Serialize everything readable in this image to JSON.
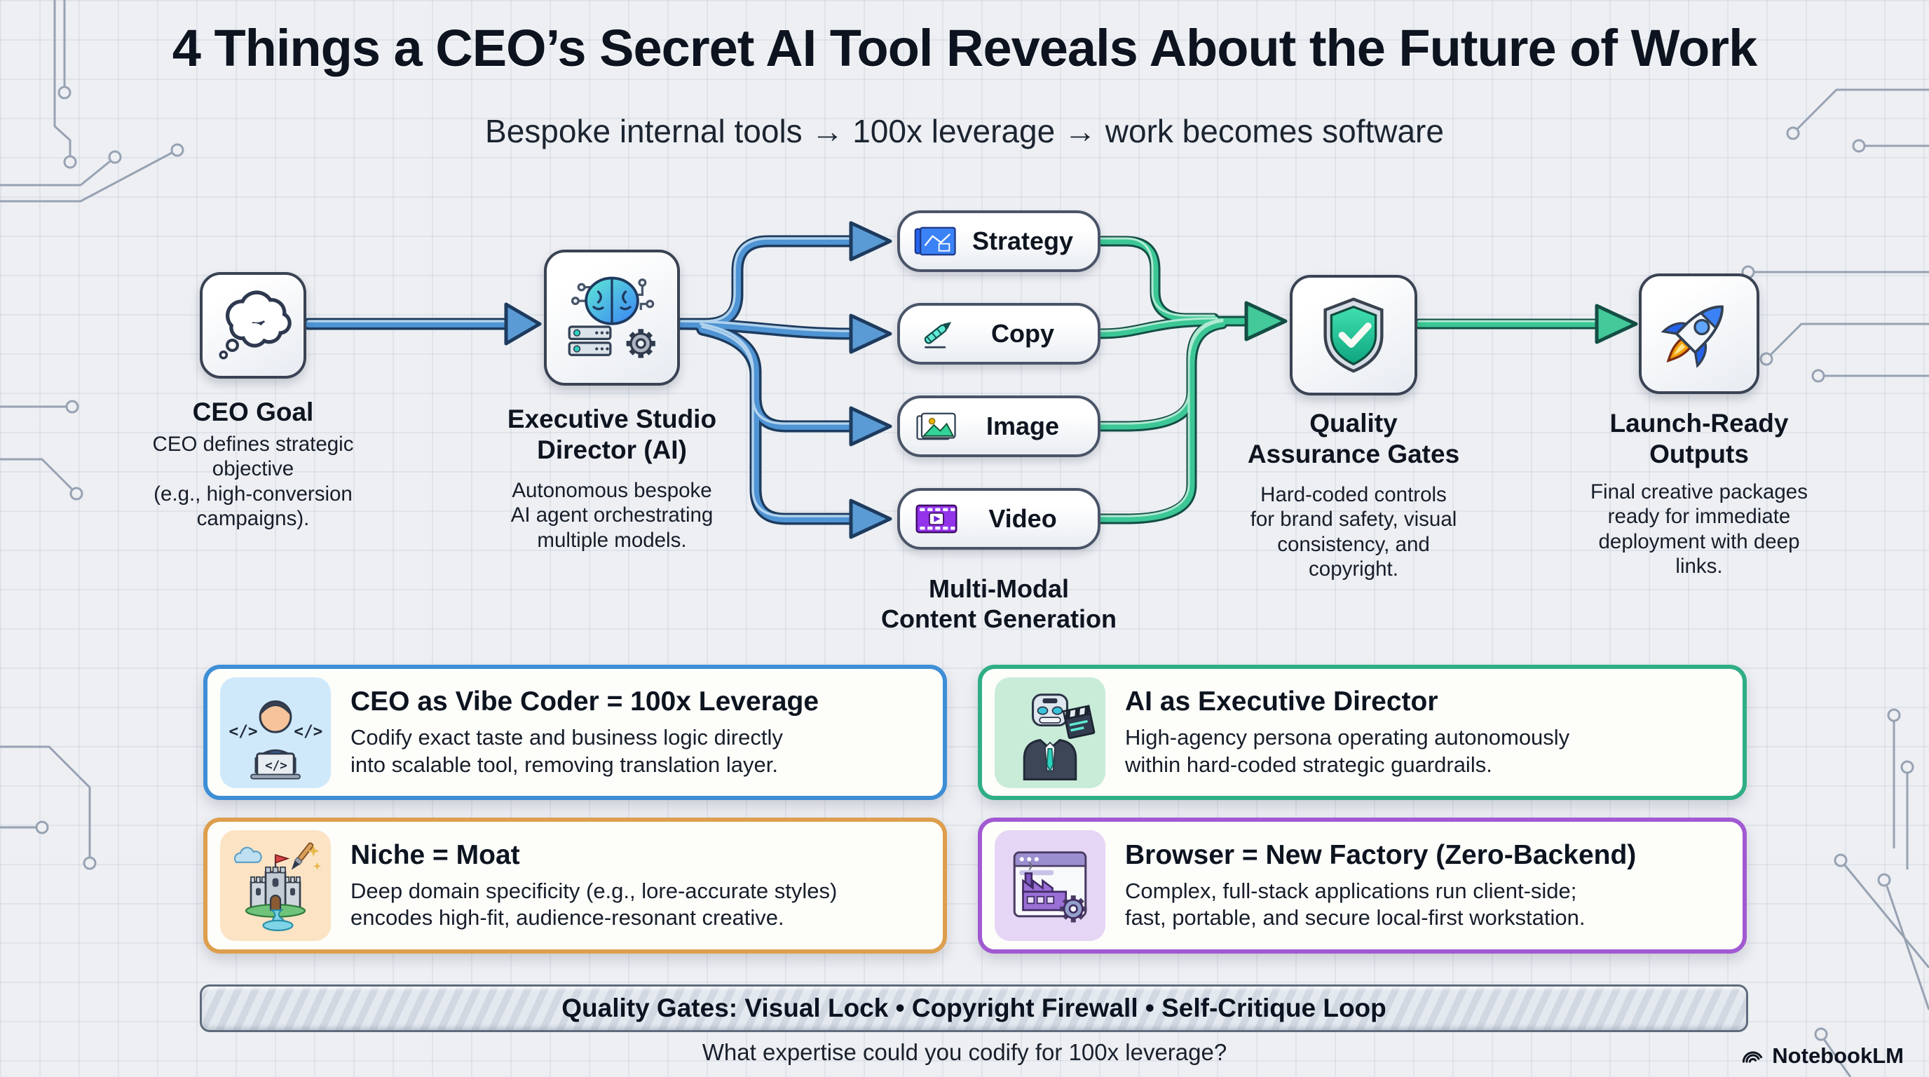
{
  "title": "4 Things a CEO’s Secret AI Tool Reveals About the Future of Work",
  "subtitle": "Bespoke internal tools → 100x leverage → work becomes software",
  "flow": {
    "ceo": {
      "label": "CEO Goal",
      "desc": "CEO defines strategic\nobjective\n(e.g., high-conversion\ncampaigns)."
    },
    "director": {
      "label": "Executive Studio\nDirector (AI)",
      "desc": "Autonomous bespoke\nAI agent orchestrating\nmultiple models."
    },
    "modal": {
      "items": [
        "Strategy",
        "Copy",
        "Image",
        "Video"
      ],
      "label": "Multi-Modal\nContent Generation"
    },
    "qa": {
      "label": "Quality\nAssurance Gates",
      "desc": "Hard-coded controls\nfor brand safety, visual\nconsistency, and\ncopyright."
    },
    "launch": {
      "label": "Launch-Ready\nOutputs",
      "desc": "Final creative packages\nready for immediate\ndeployment with deep\nlinks."
    }
  },
  "cards": [
    {
      "title": "CEO as Vibe Coder = 100x Leverage",
      "body": "Codify exact taste and business logic directly\ninto scalable tool, removing translation layer.",
      "accent": "#3e8ed6"
    },
    {
      "title": "AI as Executive Director",
      "body": "High-agency persona operating autonomously\nwithin hard-coded strategic guardrails.",
      "accent": "#2fae85"
    },
    {
      "title": "Niche = Moat",
      "body": "Deep domain specificity (e.g., lore-accurate styles)\nencodes high-fit, audience-resonant creative.",
      "accent": "#dd9f4e"
    },
    {
      "title": "Browser = New Factory (Zero-Backend)",
      "body": "Complex, full-stack applications run client-side;\nfast, portable, and secure local-first workstation.",
      "accent": "#a159d2"
    }
  ],
  "quality_bar": "Quality Gates: Visual Lock • Copyright Firewall • Self-Critique Loop",
  "footer_question": "What expertise could you codify for 100x leverage?",
  "brand": "NotebookLM",
  "colors": {
    "background": "#edeff3",
    "blue_pipe": "#4f94d4",
    "green_pipe": "#3cc796",
    "tile_border": "#3a4353"
  }
}
